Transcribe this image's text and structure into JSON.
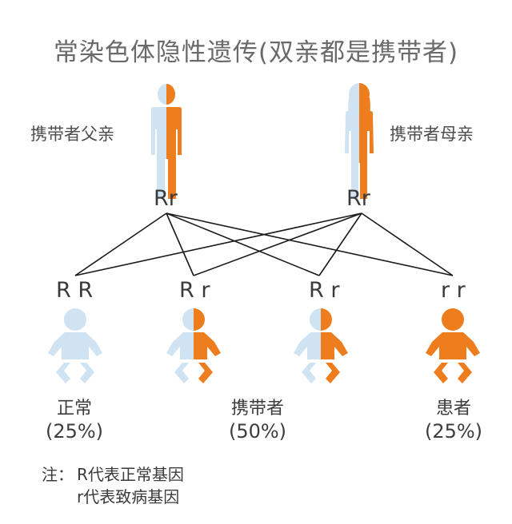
{
  "title": "常染色体隐性遗传(双亲都是携带者)",
  "colors": {
    "normal": "#cfe3f3",
    "mutant": "#ee7d1e",
    "line": "#1a1a1a"
  },
  "parents": [
    {
      "label": "携带者父亲",
      "genotype": "Rr",
      "gender": "male"
    },
    {
      "label": "携带者母亲",
      "genotype": "Rr",
      "gender": "female"
    }
  ],
  "children": [
    {
      "genotype": "R R",
      "type": "normal"
    },
    {
      "genotype": "R r",
      "type": "carrier"
    },
    {
      "genotype": "R r",
      "type": "carrier"
    },
    {
      "genotype": "r r",
      "type": "affected"
    }
  ],
  "outcomes": [
    {
      "label": "正常",
      "percent": "(25%)"
    },
    {
      "label": "携带者",
      "percent": "(50%)"
    },
    {
      "label": "患者",
      "percent": "(25%)"
    }
  ],
  "note": {
    "prefix": "注：",
    "line1": "R代表正常基因",
    "line2": "r代表致病基因"
  }
}
